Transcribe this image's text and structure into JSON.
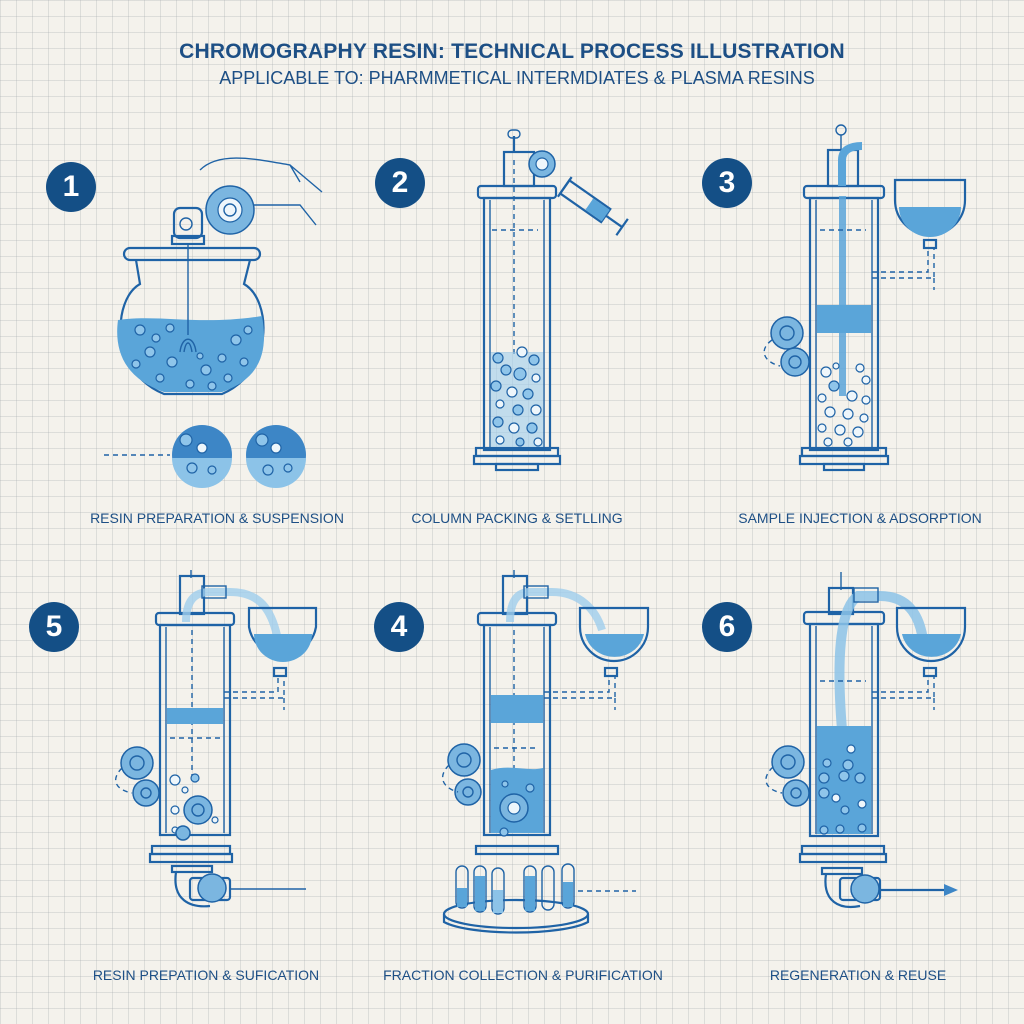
{
  "header": {
    "title": "CHROMOGRAPHY RESIN: TECHNICAL PROCESS ILLUSTRATION",
    "subtitle": "APPLICABLE TO:  PHARMMETICAL INTERMDIATES & PLASMA RESINS"
  },
  "colors": {
    "background": "#f4f2ec",
    "grid": "#c9ccce",
    "badge": "#144f86",
    "text": "#1d4f85",
    "liquid": "#5aa5d9",
    "line": "#1f63a6"
  },
  "steps": [
    {
      "number": "1",
      "caption": "RESIN PREPARATION & SUSPENSION",
      "illustration": "stirred-vessel-with-gear-and-hand"
    },
    {
      "number": "2",
      "caption": "COLUMN PACKING & SETLLING",
      "illustration": "column-with-syringe-and-settled-beads"
    },
    {
      "number": "3",
      "caption": "SAMPLE INJECTION & ADSORPTION",
      "illustration": "column-with-feed-tube-and-reservoir"
    },
    {
      "number": "5",
      "caption": "RESIN PREPATION & SUFICATION",
      "illustration": "column-with-reservoir-and-outlet-pump"
    },
    {
      "number": "4",
      "caption": "FRACTION COLLECTION & PURIFICATION",
      "illustration": "column-with-test-tube-carousel"
    },
    {
      "number": "6",
      "caption": "REGENERATION & REUSE",
      "illustration": "column-with-recirculation-and-outlet-arrow"
    }
  ]
}
